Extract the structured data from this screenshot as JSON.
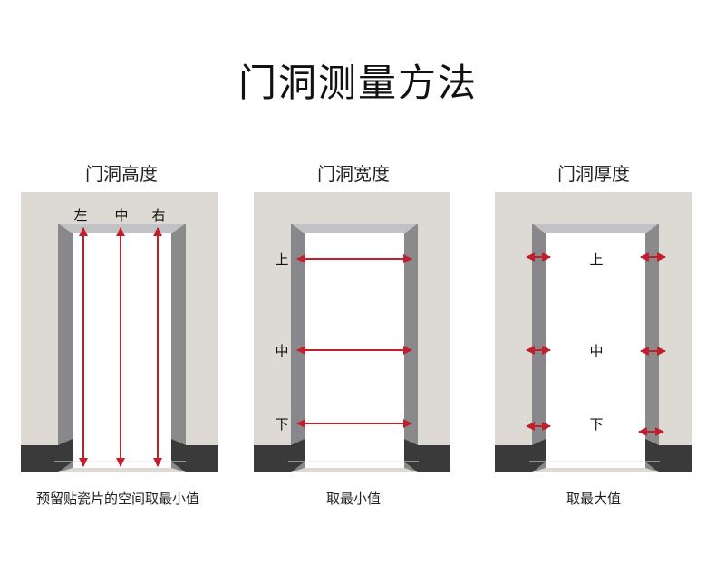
{
  "title": "门洞测量方法",
  "colors": {
    "wall": "#dcdad3",
    "frame_side": "#88888c",
    "frame_top": "#c2c2c4",
    "baseboard": "#3a3a3a",
    "opening": "#ffffff",
    "arrow": "#c0202c"
  },
  "panels": [
    {
      "id": "height",
      "title": "门洞高度",
      "caption": "预留贴瓷片的空间取最小值",
      "labels": [
        "左",
        "中",
        "右"
      ],
      "arrow_direction": "vertical"
    },
    {
      "id": "width",
      "title": "门洞宽度",
      "caption": "取最小值",
      "labels": [
        "上",
        "中",
        "下"
      ],
      "arrow_direction": "horizontal"
    },
    {
      "id": "thickness",
      "title": "门洞厚度",
      "caption": "取最大值",
      "labels": [
        "上",
        "中",
        "下"
      ],
      "arrow_direction": "short-horizontal-pairs"
    }
  ]
}
